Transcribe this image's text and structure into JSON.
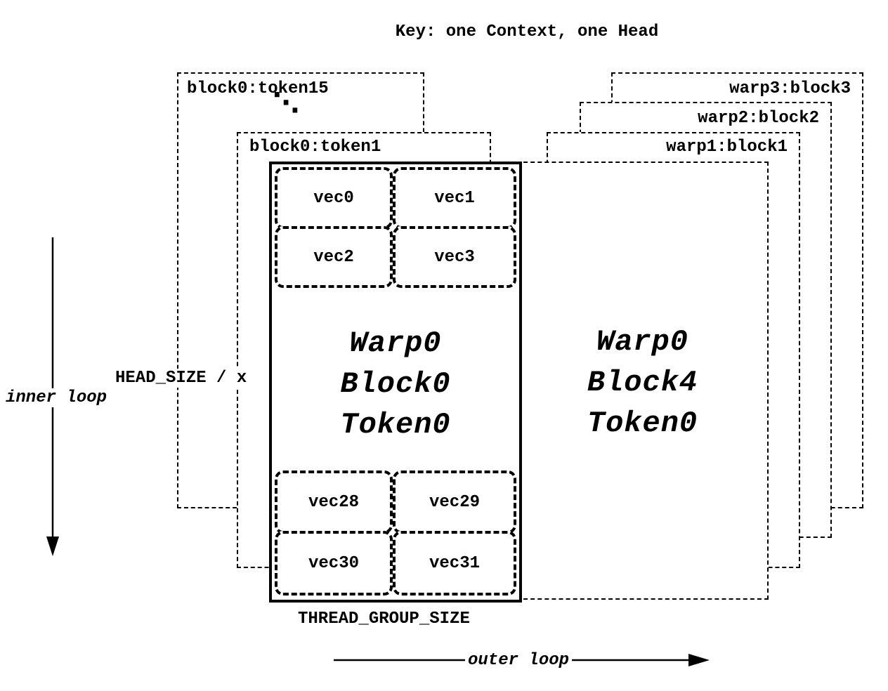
{
  "title": "Key: one Context, one Head",
  "left_stack": {
    "back_box_label": "block0:token15",
    "ellipsis": "⋱",
    "mid_box_label": "block0:token1",
    "front_box_lines": [
      "Warp0",
      "Block0",
      "Token0"
    ]
  },
  "right_stack": {
    "back_box_label": "warp3:block3",
    "mid_box_label": "warp2:block2",
    "near_box_label": "warp1:block1",
    "front_box_lines": [
      "Warp0",
      "Block4",
      "Token0"
    ]
  },
  "vec_cells": {
    "top_row": [
      "vec0",
      "vec1"
    ],
    "second_row": [
      "vec2",
      "vec3"
    ],
    "third_row": [
      "vec28",
      "vec29"
    ],
    "bottom_row": [
      "vec30",
      "vec31"
    ]
  },
  "annotations": {
    "head_size_label": "HEAD_SIZE / x",
    "inner_loop_label": "inner loop",
    "outer_loop_label": "outer loop",
    "thread_group_size_label": "THREAD_GROUP_SIZE"
  }
}
